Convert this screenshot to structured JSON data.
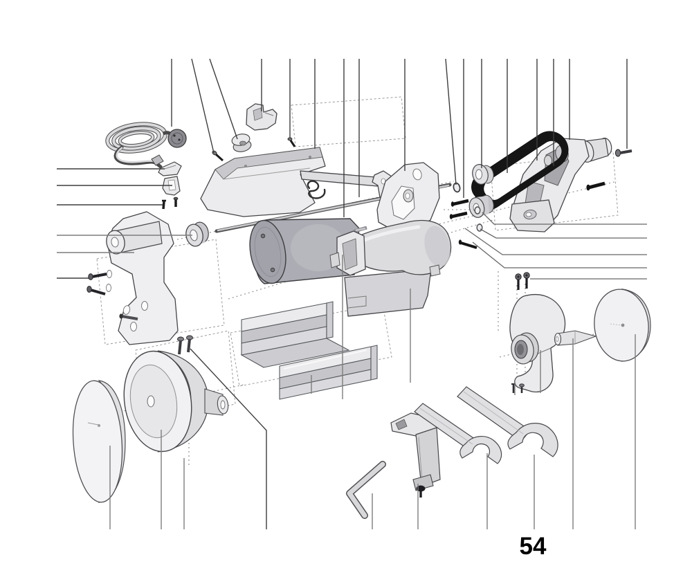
{
  "figure": {
    "number": "54"
  },
  "colors": {
    "background": "#ffffff",
    "line": "#3f3f3f",
    "leader_dark": "#3d3d3d",
    "leader_gray": "#7d7d7d",
    "fill_light": "#efeff1",
    "fill_mid": "#dcdcdf",
    "fill_dark": "#c3c3c7",
    "motor": "#acacb4",
    "motor_cap": "#a2a2aa",
    "belt": "#161616",
    "label": "#000000"
  },
  "parts": [
    {
      "id": "power-cord-plug",
      "label": "power cord with plug"
    },
    {
      "id": "cord-clip",
      "label": "cord clip"
    },
    {
      "id": "clip-bracket",
      "label": "clip bracket"
    },
    {
      "id": "clip-screws",
      "label": "clip screws"
    },
    {
      "id": "mounting-bracket",
      "label": "mounting bracket"
    },
    {
      "id": "spacer-sleeve",
      "label": "spacer sleeve"
    },
    {
      "id": "cover-plate",
      "label": "cover plate"
    },
    {
      "id": "wire-clip",
      "label": "wire clip"
    },
    {
      "id": "main-shaft",
      "label": "spindle shaft"
    },
    {
      "id": "motor",
      "label": "motor"
    },
    {
      "id": "bearing-bracket",
      "label": "bearing bracket"
    },
    {
      "id": "housing",
      "label": "housing"
    },
    {
      "id": "tool-rest-rails",
      "label": "tool rest rails"
    },
    {
      "id": "support-arm-left",
      "label": "left support arm"
    },
    {
      "id": "bushing",
      "label": "bushing"
    },
    {
      "id": "wheel-flange-cup",
      "label": "wheel flange cup"
    },
    {
      "id": "grinding-disc-left",
      "label": "grinding disc"
    },
    {
      "id": "drive-belt",
      "label": "drive belt"
    },
    {
      "id": "pulley",
      "label": "pulley"
    },
    {
      "id": "washers",
      "label": "washers and rings"
    },
    {
      "id": "support-arm-right",
      "label": "right support arm"
    },
    {
      "id": "wheel-guard-right",
      "label": "wheel guard"
    },
    {
      "id": "tapered-arbor",
      "label": "tapered arbor"
    },
    {
      "id": "polishing-disc-right",
      "label": "polishing disc"
    },
    {
      "id": "hex-key",
      "label": "hex key"
    },
    {
      "id": "clamp",
      "label": "clamp"
    },
    {
      "id": "open-end-wrench-small",
      "label": "open-end wrench"
    },
    {
      "id": "open-end-wrench-large",
      "label": "open-end wrench large"
    },
    {
      "id": "fastener-screws",
      "label": "assorted screws"
    }
  ]
}
